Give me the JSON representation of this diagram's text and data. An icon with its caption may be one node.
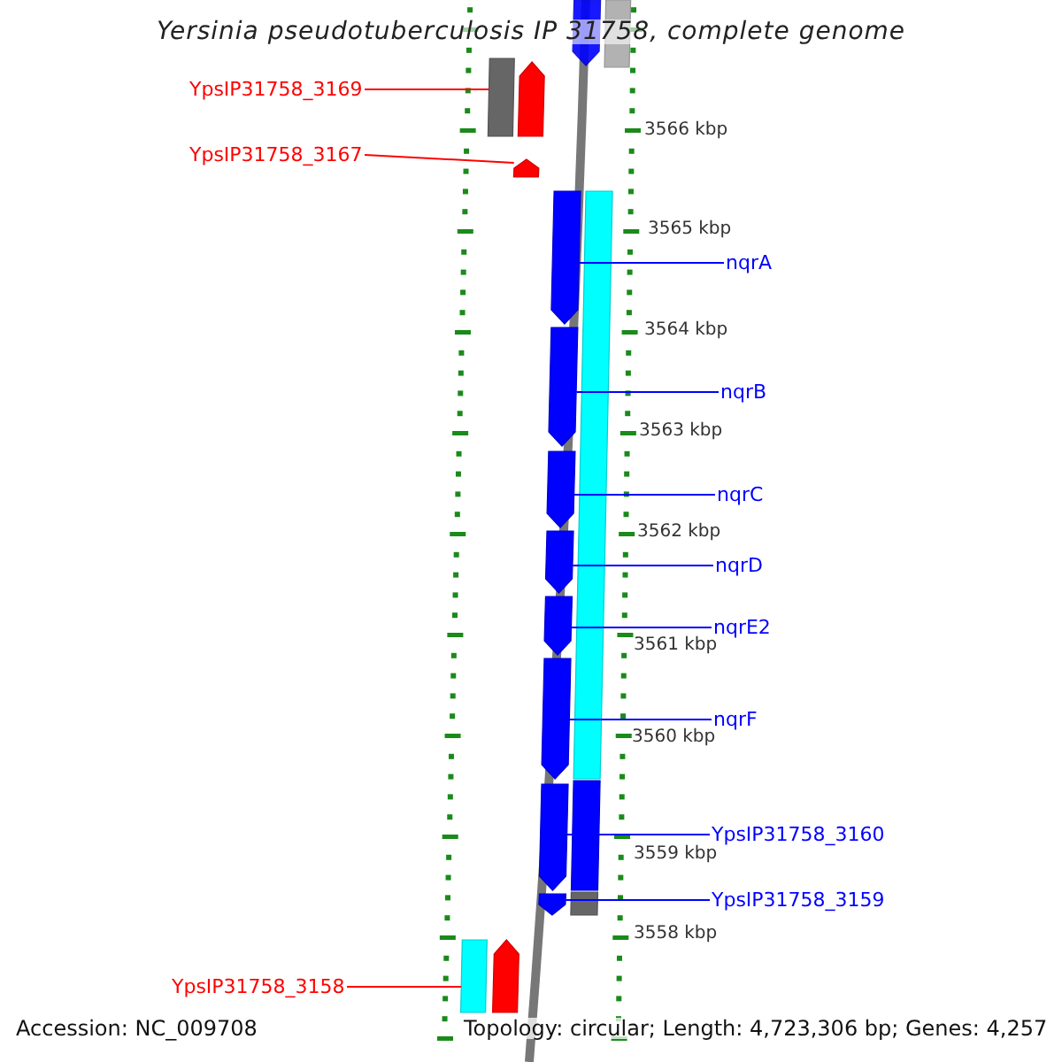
{
  "diagram": {
    "title": "Yersinia pseudotuberculosis IP 31758, complete genome",
    "nodes": [
      {
        "text": [
          "YpsIP31758_3169"
        ]
      },
      {
        "text": [
          "YpsIP31758_3167"
        ]
      },
      {
        "text": [
          "nqrA"
        ]
      },
      {
        "text": [
          "nqrB"
        ]
      },
      {
        "text": [
          "nqrC"
        ]
      },
      {
        "text": [
          "nqrD"
        ]
      },
      {
        "text": [
          "nqrE2"
        ]
      },
      {
        "text": [
          "nqrF"
        ]
      },
      {
        "text": [
          "YpsIP31758_3160"
        ]
      },
      {
        "text": [
          "YpsIP31758_3159"
        ]
      },
      {
        "text": [
          "YpsIP31758_3158"
        ]
      },
      {
        "text": [],
        "shape": "arrow"
      },
      {
        "text": [],
        "shape": "box"
      },
      {
        "text": [],
        "shape": "box"
      },
      {
        "text": [],
        "shape": "arrow"
      },
      {
        "text": [],
        "shape": "arrow"
      },
      {
        "text": [],
        "shape": "arrow"
      },
      {
        "text": [],
        "shape": "box"
      },
      {
        "text": [],
        "shape": "arrow"
      },
      {
        "text": [],
        "shape": "arrow"
      },
      {
        "text": [],
        "shape": "arrow"
      },
      {
        "text": [],
        "shape": "arrow"
      },
      {
        "text": [],
        "shape": "arrow"
      },
      {
        "text": [],
        "shape": "box"
      },
      {
        "text": [],
        "shape": "arrow"
      },
      {
        "text": [],
        "shape": "box"
      },
      {
        "text": [],
        "shape": "arrow"
      },
      {
        "text": [],
        "shape": "box"
      },
      {
        "text": [],
        "shape": "arrow"
      }
    ],
    "edges": [
      {
        "from": 0,
        "to": 13,
        "arrow": "none",
        "color": "#ff0000"
      },
      {
        "from": 1,
        "to": 15,
        "arrow": "none",
        "color": "#ff0000"
      },
      {
        "from": 2,
        "to": 16,
        "arrow": "none"
      },
      {
        "from": 3,
        "to": 18,
        "arrow": "none"
      },
      {
        "from": 4,
        "to": 19,
        "arrow": "none"
      },
      {
        "from": 5,
        "to": 20,
        "arrow": "none"
      },
      {
        "from": 6,
        "to": 21,
        "arrow": "none"
      },
      {
        "from": 7,
        "to": 22,
        "arrow": "none"
      },
      {
        "from": 8,
        "to": 24,
        "arrow": "none"
      },
      {
        "from": 9,
        "to": 26,
        "arrow": "none"
      },
      {
        "from": 10,
        "to": 27,
        "arrow": "none",
        "color": "#ff0000"
      }
    ],
    "labels": [
      "3566 kbp",
      "3565 kbp",
      "3564 kbp",
      "3563 kbp",
      "3562 kbp",
      "3561 kbp",
      "3560 kbp",
      "3559 kbp",
      "3558 kbp",
      "Accession: NC_009708",
      "Topology: circular; Length: 4,723,306 bp; Genes: 4,257"
    ]
  }
}
